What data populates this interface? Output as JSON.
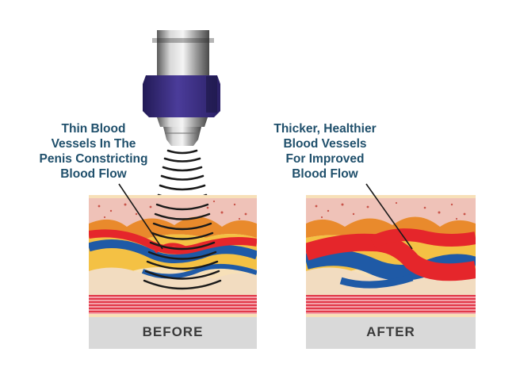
{
  "annotations": {
    "before_lines": [
      "Thin Blood",
      "Vessels In The",
      "Penis Constricting",
      "Blood Flow"
    ],
    "after_lines": [
      "Thicker, Healthier",
      "Blood Vessels",
      "For Improved",
      "Blood Flow"
    ]
  },
  "captions": {
    "before": "BEFORE",
    "after": "AFTER"
  },
  "colors": {
    "artery_red": "#e5262b",
    "vein_blue": "#1f5aa6",
    "fat_yellow": "#f4c144",
    "fat_orange": "#e98a2c",
    "skin_pink": "#efc2b8",
    "muscle_stripes": "#e2394a",
    "device_purple": "#3f2f86",
    "label_text": "#1f4f6b"
  }
}
